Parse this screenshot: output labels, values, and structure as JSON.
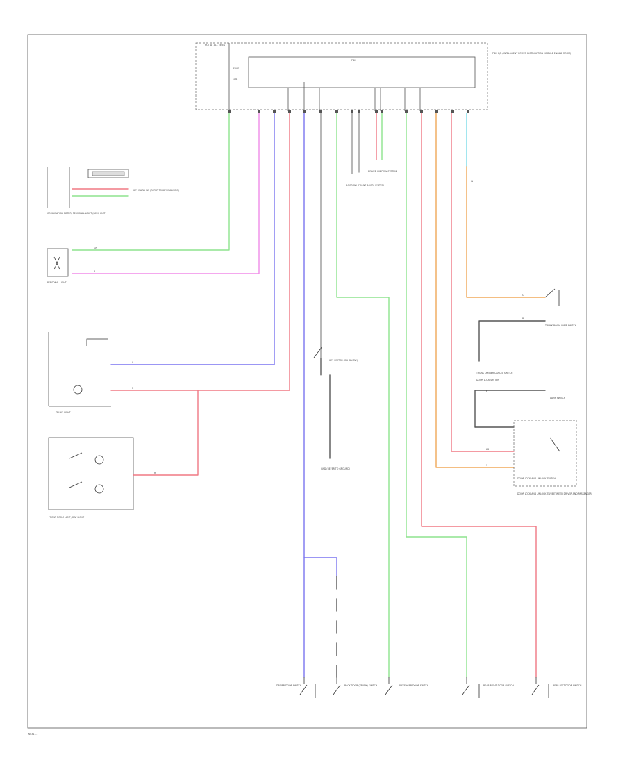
{
  "page": {
    "id": "W0311-1"
  },
  "colors": {
    "green": "#8de38d",
    "pink": "#f08ce8",
    "blue": "#7a74f0",
    "red": "#f07884",
    "orange": "#f0a858",
    "cyan": "#7adce8",
    "gray": "#777777",
    "black": "#333333"
  },
  "labels": {
    "top_fuse_block": "HOT AT ALL TIMES",
    "ipdm_inner": "IPDM",
    "fuse_label": "FUSE",
    "fuse_amp": "15A",
    "ipdm_side": "IPDM E/R (INTELLIGENT POWER DISTRIBUTION MODULE ENGINE ROOM)",
    "key_warning_note": "KEY WARN SW (REFER TO KEY WARNING)",
    "upper_left_box": "COMBINATION METER, PERSONAL LIGHT (BCM) UNIT",
    "personal_light": "PERSONAL LIGHT",
    "trunk_light": "TRUNK LIGHT",
    "vanity_light": "FRONT ROOM LAMP, MAP LIGHT",
    "door_switch_note": "DOOR SW (FRONT DOOR) SYSTEM",
    "power_window_note": "POWER WINDOW SYSTEM",
    "trunk_room_switch": "TRUNK ROOM LAMP SWITCH",
    "trunk_opener": "TRUNK OPENER CANCEL SWITCH",
    "key_switch": "KEY SWITCH (ON IGN SW)",
    "door_lock_note": "DOOR LOCK SYSTEM",
    "lamp_switch": "LAMP SWITCH",
    "door_lock_unit": "DOOR LOCK AND UNLOCK SWITCH",
    "door_lock_unit_sub": "DOOR LOCK AND UNLOCK SW (BETWEEN DRIVER AND PASSENGER)",
    "ground_note": "GND (REFER TO GROUND)",
    "bottom_driver_door": "DRIVER DOOR SWITCH",
    "bottom_back_door": "BACK DOOR (TRUNK) SWITCH",
    "bottom_passenger_door": "PASSENGER DOOR SWITCH",
    "bottom_rear_right": "REAR RIGHT DOOR SWITCH",
    "bottom_rear_left": "REAR LEFT DOOR SWITCH",
    "wire_gr": "GR",
    "wire_pk": "P",
    "wire_l": "L",
    "wire_r": "R",
    "wire_o": "O",
    "wire_b": "B",
    "wire_lg": "LG",
    "wire_w": "W",
    "wire_y": "Y"
  }
}
